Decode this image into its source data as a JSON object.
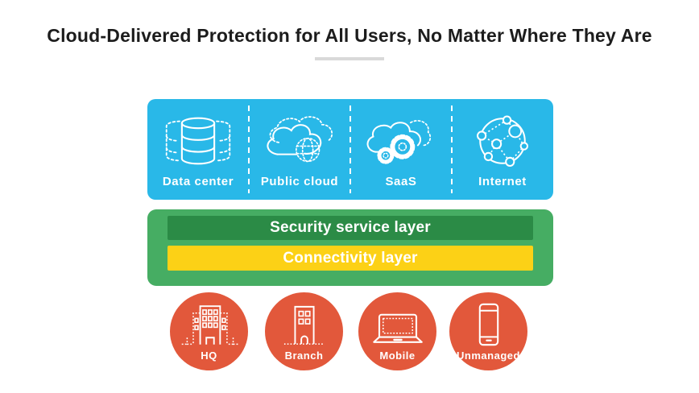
{
  "title": "Cloud-Delivered Protection for All Users, No Matter Where They Are",
  "colors": {
    "panel_cyan": "#29b8e8",
    "panel_green": "#46ad63",
    "security_bar_green": "#2b8b46",
    "connectivity_bar_yellow": "#fcd116",
    "endpoint_orange": "#e2583b",
    "divider_gray": "#d9d9d9",
    "title_text": "#1c1c1c",
    "icon_white": "#ffffff"
  },
  "cloud_box": {
    "items": [
      {
        "label": "Data center",
        "icon": "data-center-icon"
      },
      {
        "label": "Public cloud",
        "icon": "public-cloud-icon"
      },
      {
        "label": "SaaS",
        "icon": "saas-icon"
      },
      {
        "label": "Internet",
        "icon": "internet-icon"
      }
    ]
  },
  "layers": {
    "security": "Security service layer",
    "connectivity": "Connectivity layer"
  },
  "endpoints": {
    "items": [
      {
        "label": "HQ",
        "icon": "hq-building-icon"
      },
      {
        "label": "Branch",
        "icon": "branch-building-icon"
      },
      {
        "label": "Mobile",
        "icon": "laptop-icon"
      },
      {
        "label": "Unmanaged",
        "icon": "smartphone-icon"
      }
    ]
  }
}
